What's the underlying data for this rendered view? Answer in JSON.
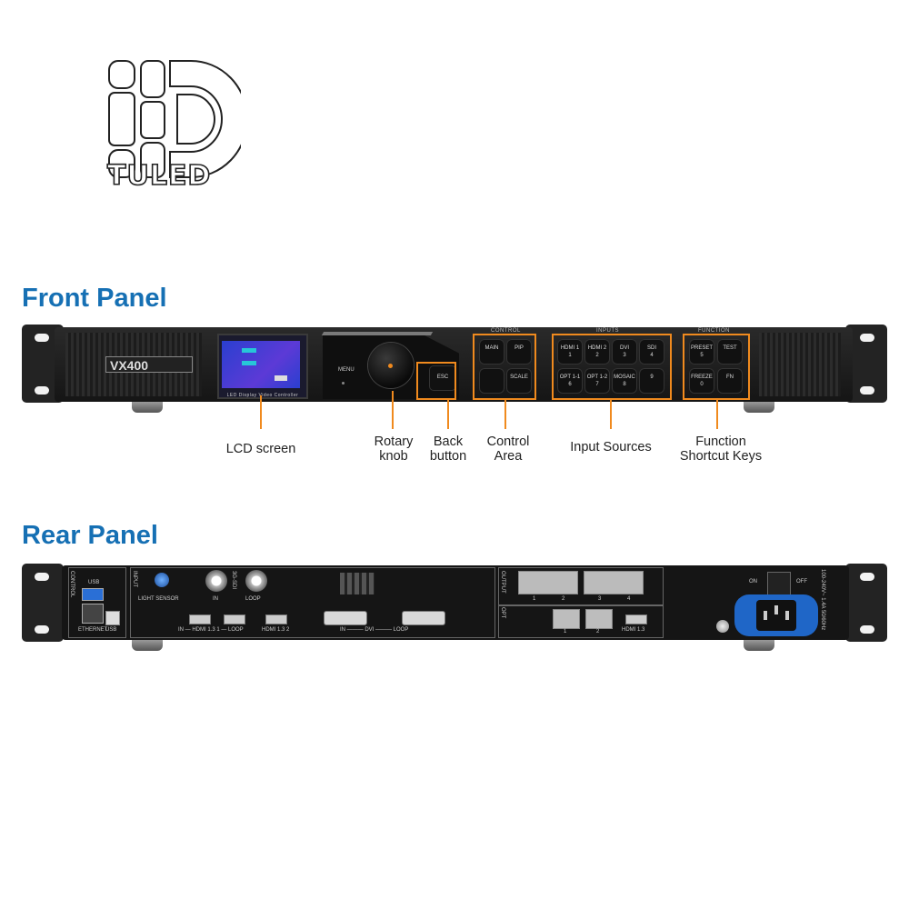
{
  "brand": {
    "name": "TULED"
  },
  "sections": {
    "front_title": "Front Panel",
    "rear_title": "Rear Panel"
  },
  "front": {
    "model": "VX400",
    "lcd_caption": "LED Display Video Controller",
    "menu_label": "MENU",
    "esc_label": "ESC",
    "group_control": "CONTROL",
    "group_inputs": "INPUTS",
    "group_function": "FUNCTION",
    "control_keys": [
      "MAIN",
      "PIP",
      "",
      "SCALE"
    ],
    "input_keys": [
      "HDMI 1\n1",
      "HDMI 2\n2",
      "DVI\n3",
      "SDI\n4",
      "OPT 1-1\n6",
      "OPT 1-2\n7",
      "MOSAIC\n8",
      "9"
    ],
    "function_keys": [
      "PRESET\n5",
      "TEST",
      "FREEZE\n0",
      "FN"
    ]
  },
  "callouts": {
    "lcd": "LCD screen",
    "rotary": "Rotary\nknob",
    "back": "Back\nbutton",
    "control": "Control\nArea",
    "inputs": "Input Sources",
    "function": "Function\nShortcut Keys"
  },
  "rear": {
    "control": "CONTROL",
    "usb_top": "USB",
    "ethernet": "ETHERNET",
    "usb_bottom": "USB",
    "input": "INPUT",
    "light_sensor": "LIGHT SENSOR",
    "sdi": "3G-SDI",
    "sdi_in": "IN",
    "sdi_loop": "LOOP",
    "hdmi_group": "IN — HDMI 1.3 1 — LOOP",
    "hdmi2": "HDMI 1.3 2",
    "dvi_group": "IN ——— DVI ——— LOOP",
    "output": "OUTPUT",
    "output_ports": [
      "1",
      "2",
      "3",
      "4"
    ],
    "opt": "OPT",
    "opt_ports": [
      "1",
      "2"
    ],
    "hdmi_out": "HDMI 1.3",
    "on": "ON",
    "off": "OFF",
    "power_rating": "100-240V~ 1.4A 50/60Hz"
  }
}
